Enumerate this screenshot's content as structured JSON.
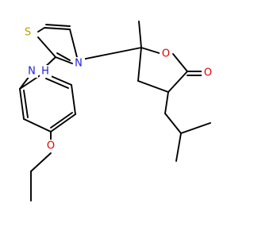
{
  "colors": {
    "bond": "#000000",
    "background": "#ffffff"
  },
  "atoms": {
    "sulfur": {
      "label": "S",
      "color": "#b8a200"
    },
    "thiazole_nitrogen": {
      "label": "N",
      "color": "#1f1fe0"
    },
    "amine_nh": {
      "label": "N",
      "color": "#1f1fe0"
    },
    "amine_h": {
      "label": "H",
      "color": "#1f1fe0"
    },
    "ring_oxygen": {
      "label": "O",
      "color": "#e00000"
    },
    "carbonyl_oxygen": {
      "label": "O",
      "color": "#e00000"
    },
    "ether_oxygen": {
      "label": "O",
      "color": "#e00000"
    }
  }
}
